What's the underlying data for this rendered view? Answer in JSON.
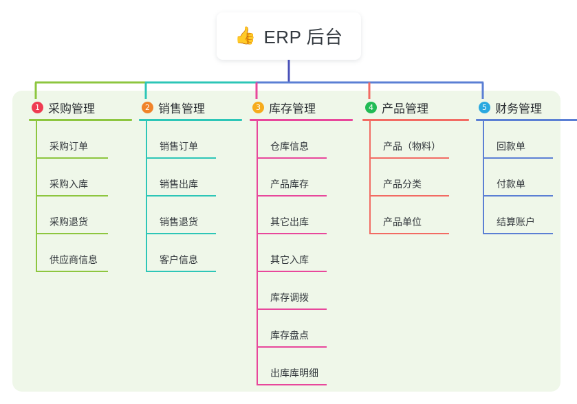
{
  "diagram": {
    "type": "mind-map",
    "background_color": "#eff7e9",
    "root": {
      "icon": "thumbs-up-icon",
      "icon_glyph": "👍",
      "title": "ERP 后台"
    },
    "branches": [
      {
        "number": "1",
        "title": "采购管理",
        "badge_color": "#ef3b52",
        "line_color": "#8dc63f",
        "items": [
          "采购订单",
          "采购入库",
          "采购退货",
          "供应商信息"
        ]
      },
      {
        "number": "2",
        "title": "销售管理",
        "badge_color": "#f0832a",
        "line_color": "#2dc6b7",
        "items": [
          "销售订单",
          "销售出库",
          "销售退货",
          "客户信息"
        ]
      },
      {
        "number": "3",
        "title": "库存管理",
        "badge_color": "#f6ab1d",
        "line_color": "#e8479b",
        "items": [
          "仓库信息",
          "产品库存",
          "其它出库",
          "其它入库",
          "库存调拨",
          "库存盘点",
          "出库库明细"
        ]
      },
      {
        "number": "4",
        "title": "产品管理",
        "badge_color": "#22bb55",
        "line_color": "#f26b63",
        "items": [
          "产品（物料）",
          "产品分类",
          "产品单位"
        ]
      },
      {
        "number": "5",
        "title": "财务管理",
        "badge_color": "#2aa9e0",
        "line_color": "#5b7fd4",
        "items": [
          "回款单",
          "付款单",
          "结算账户"
        ]
      }
    ],
    "connector": {
      "root_stem_color": "#4a52b8",
      "bus_segment_colors": [
        "#8dc63f",
        "#2dc6b7",
        "#5b7fd4",
        "#5b7fd4"
      ],
      "drop_colors": [
        "#8dc63f",
        "#2dc6b7",
        "#e8479b",
        "#f26b63",
        "#5b7fd4"
      ]
    }
  }
}
